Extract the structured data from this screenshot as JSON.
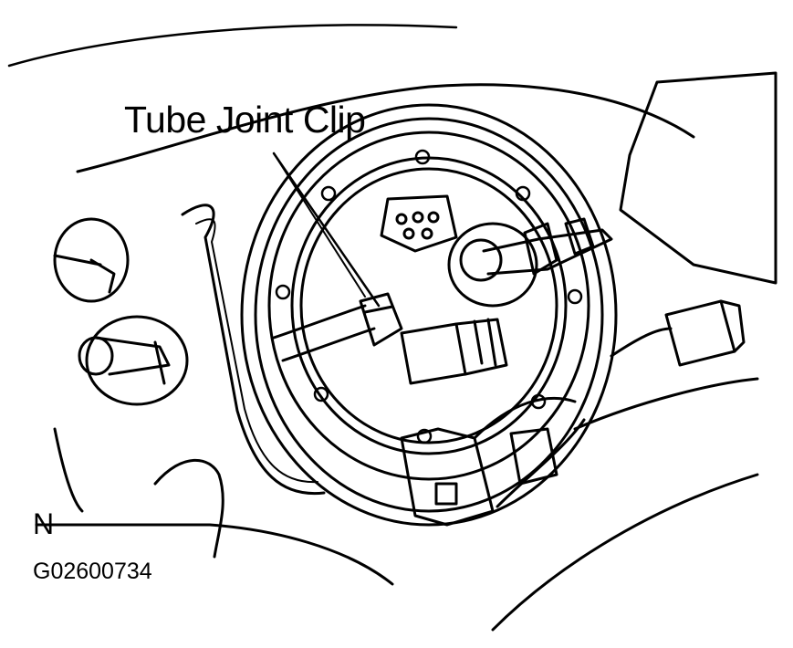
{
  "callout": {
    "label": "Tube Joint Clip"
  },
  "north_marker": {
    "label": "N"
  },
  "figure": {
    "code": "G02600734"
  },
  "colors": {
    "ink": "#000000",
    "paper": "#ffffff"
  }
}
